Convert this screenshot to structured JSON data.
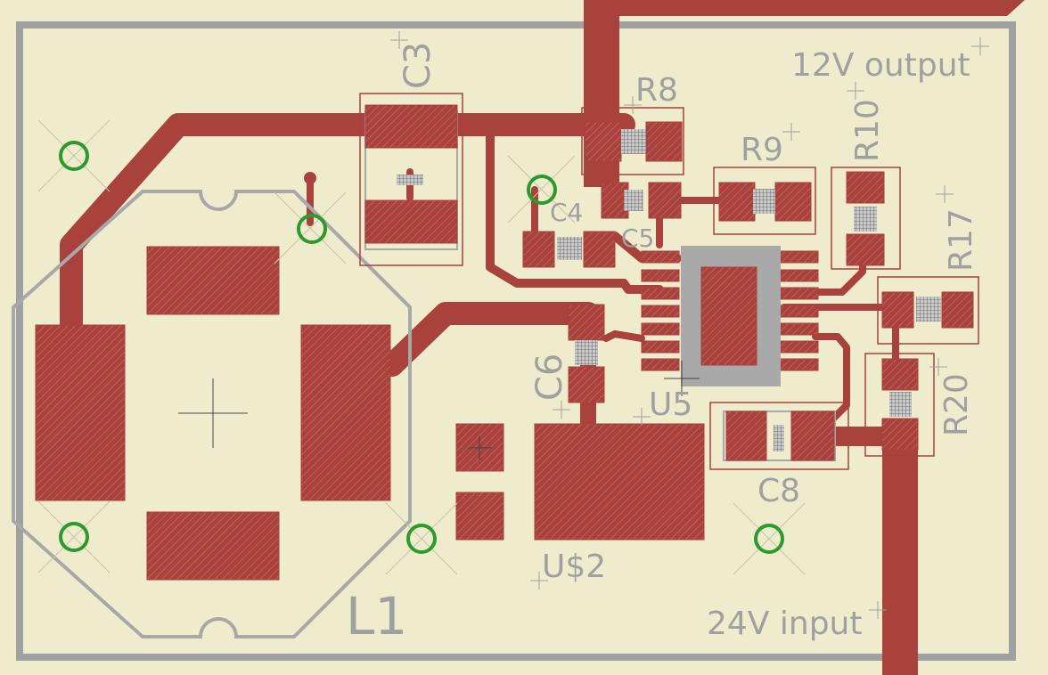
{
  "board": {
    "title": "PCB layout - 24V to 12V converter",
    "colors": {
      "background": "#efeccd",
      "copper": "#a9413d",
      "silkscreen": "#a8a8a8",
      "via": "#2c9a2c"
    },
    "text_labels": {
      "output": "12V output",
      "input": "24V input"
    },
    "designators": {
      "c3": "C3",
      "r8": "R8",
      "r9": "R9",
      "r10": "R10",
      "r17": "R17",
      "r20": "R20",
      "c4": "C4",
      "c5": "C5",
      "c6": "C6",
      "c8": "C8",
      "u5": "U5",
      "us2": "U$2",
      "l1": "L1"
    }
  }
}
